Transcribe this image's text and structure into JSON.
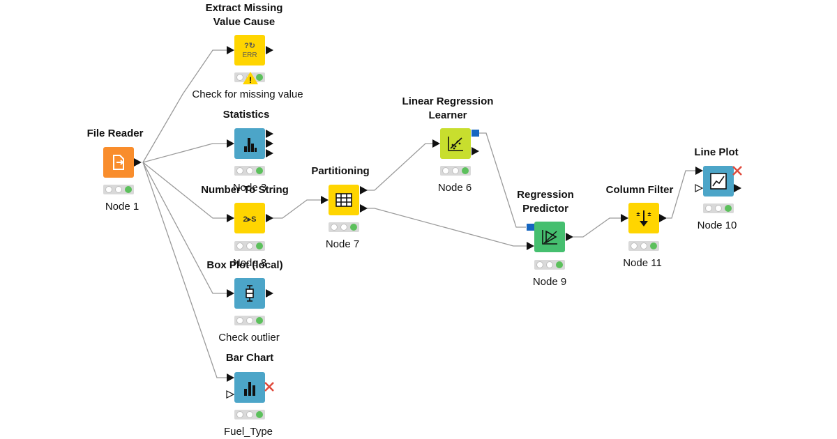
{
  "colors": {
    "io": "#FFD500",
    "source": "#F98D2C",
    "viz": "#4CA5C8",
    "learner": "#C8DE2E",
    "predictor": "#45BF6F",
    "status_green": "#5CC05C",
    "flow_port": "#1565C0",
    "connection": "#9a9a9a"
  },
  "nodes": {
    "file_reader": {
      "title": "File Reader",
      "label": "Node 1",
      "icon": "file-reader-icon"
    },
    "missing_value": {
      "title_line1": "Extract Missing",
      "title_line2": "Value Cause",
      "label": "Check for missing value",
      "icon": "err-icon",
      "warning": "!"
    },
    "statistics": {
      "title": "Statistics",
      "label": "Node 3",
      "icon": "statistics-icon"
    },
    "number_to_string": {
      "title": "Number To String",
      "label": "Node 8",
      "icon": "number-to-string-icon",
      "icon_text": "2▸S"
    },
    "box_plot": {
      "title": "Box Plot (local)",
      "label": "Check outlier",
      "icon": "box-plot-icon"
    },
    "bar_chart": {
      "title": "Bar Chart",
      "label": "Fuel_Type",
      "icon": "bar-chart-icon"
    },
    "partitioning": {
      "title": "Partitioning",
      "label": "Node 7",
      "icon": "partitioning-icon"
    },
    "lr_learner": {
      "title_line1": "Linear Regression",
      "title_line2": "Learner",
      "label": "Node 6",
      "icon": "regression-learner-icon"
    },
    "regression_predictor": {
      "title_line1": "Regression",
      "title_line2": "Predictor",
      "label": "Node 9",
      "icon": "regression-predictor-icon"
    },
    "column_filter": {
      "title": "Column Filter",
      "label": "Node 11",
      "icon": "column-filter-icon"
    },
    "line_plot": {
      "title": "Line Plot",
      "label": "Node 10",
      "icon": "line-plot-icon"
    }
  }
}
